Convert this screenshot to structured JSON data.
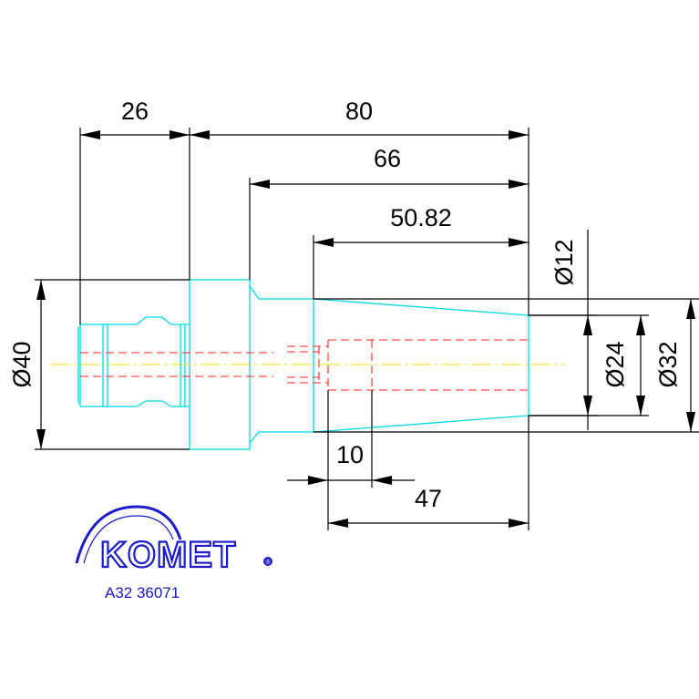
{
  "dimensions": {
    "d26": "26",
    "d80": "80",
    "d66": "66",
    "d50_82": "50.82",
    "d10": "10",
    "d47": "47",
    "dia40": "Ø40",
    "dia12": "Ø12",
    "dia24": "Ø24",
    "dia32": "Ø32"
  },
  "logo": {
    "brand": "KOMET",
    "registered_mark": "®",
    "part_number": "A32 36071"
  },
  "colors": {
    "outline": "#00d8e8",
    "hidden_lines": "#ff2020",
    "center_line": "#f0e000",
    "dimensions": "#000000",
    "logo": "#1a1ac8"
  }
}
